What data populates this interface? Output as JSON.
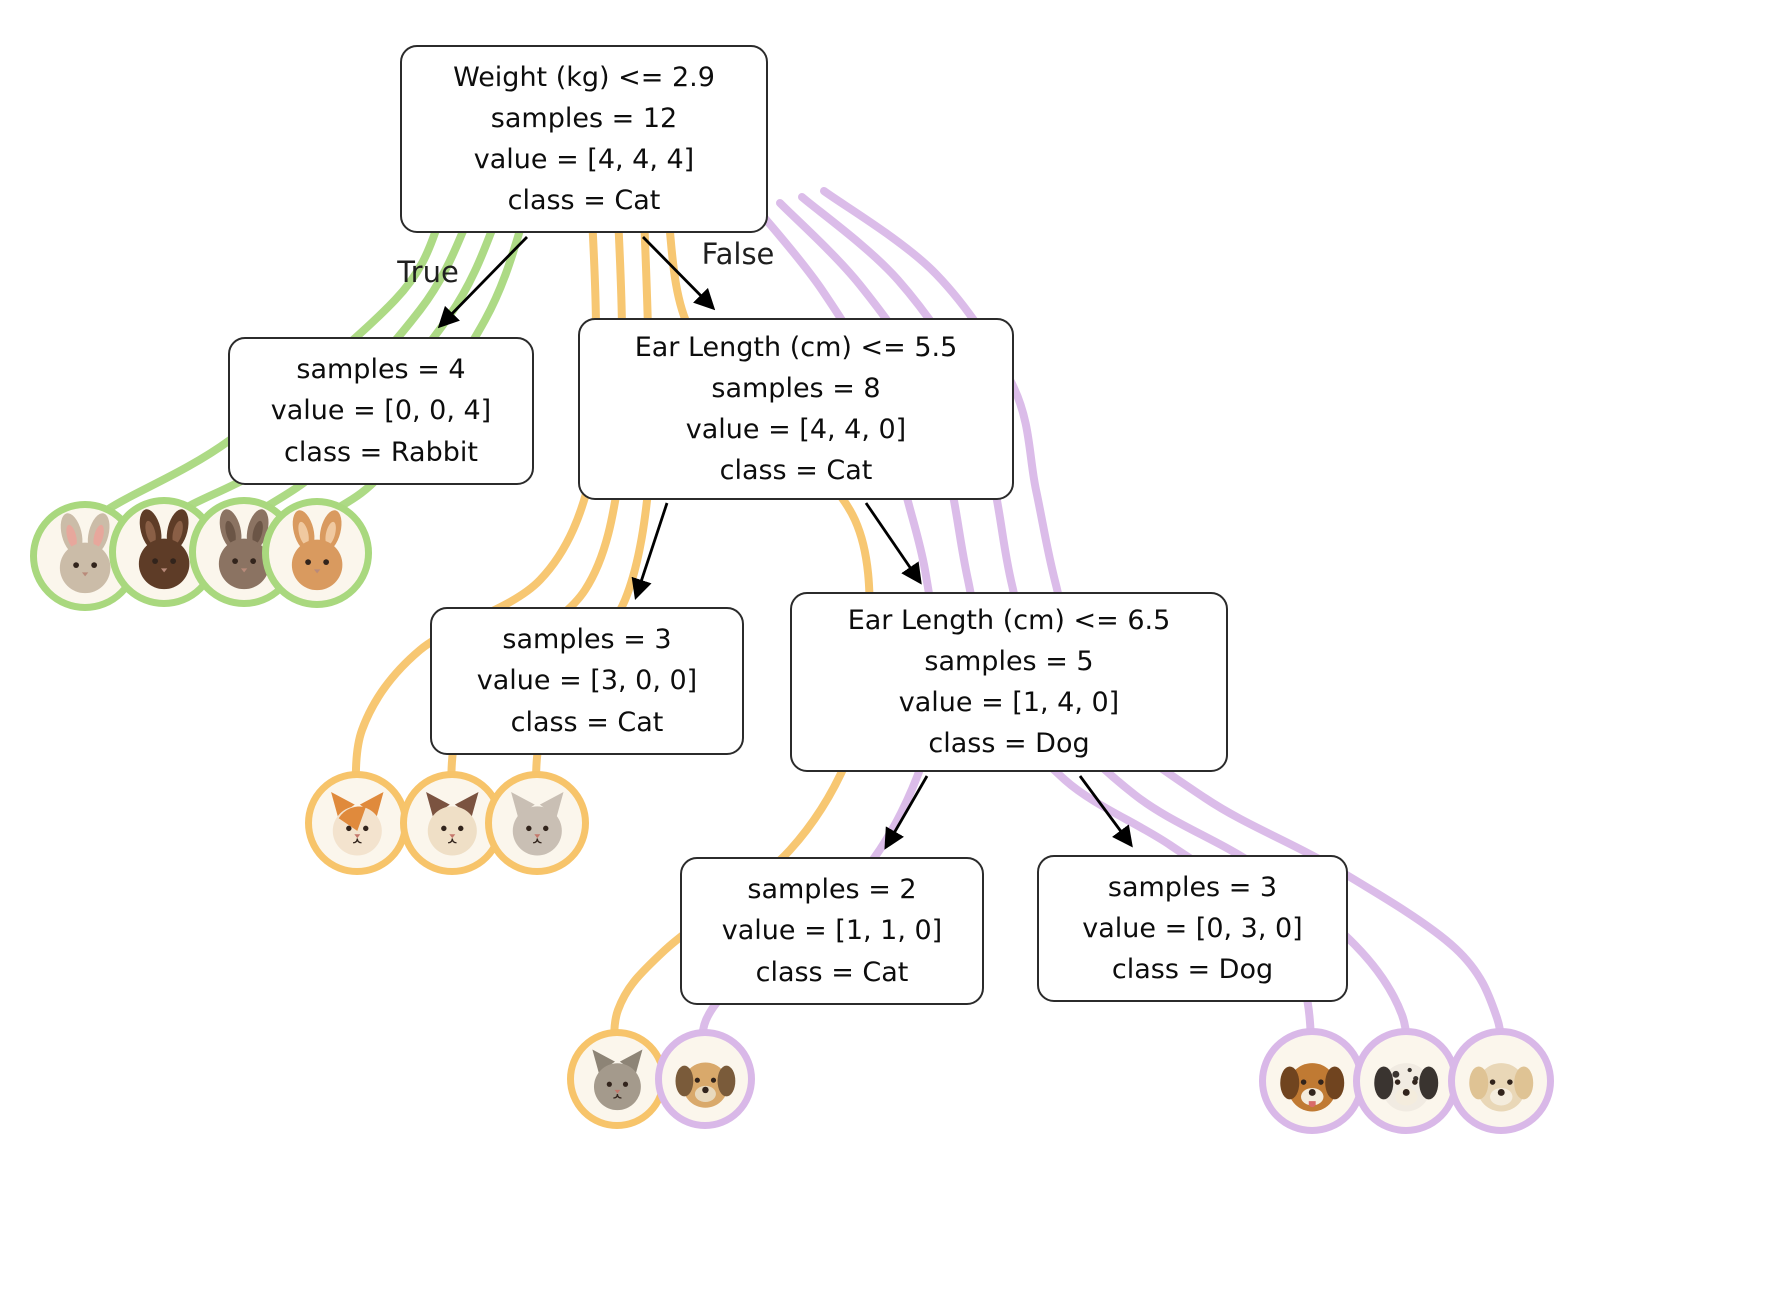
{
  "diagram": {
    "type": "decision-tree",
    "edge_labels": {
      "true_label": "True",
      "false_label": "False"
    },
    "nodes": {
      "root": {
        "line1": "Weight (kg) <= 2.9",
        "line2": "samples = 12",
        "line3": "value = [4, 4, 4]",
        "line4": "class = Cat"
      },
      "rabbit_leaf": {
        "line1": "samples = 4",
        "line2": "value = [0, 0, 4]",
        "line3": "class = Rabbit"
      },
      "ear55": {
        "line1": "Ear Length (cm) <= 5.5",
        "line2": "samples = 8",
        "line3": "value = [4, 4, 0]",
        "line4": "class = Cat"
      },
      "cat_leaf": {
        "line1": "samples = 3",
        "line2": "value = [3, 0, 0]",
        "line3": "class = Cat"
      },
      "ear65": {
        "line1": "Ear Length (cm) <= 6.5",
        "line2": "samples = 5",
        "line3": "value = [1, 4, 0]",
        "line4": "class = Dog"
      },
      "mixed_leaf": {
        "line1": "samples = 2",
        "line2": "value = [1, 1, 0]",
        "line3": "class = Cat"
      },
      "dog_leaf": {
        "line1": "samples = 3",
        "line2": "value = [0, 3, 0]",
        "line3": "class = Dog"
      }
    },
    "icons": {
      "rabbit_leaf": [
        "rabbit-icon",
        "rabbit-icon",
        "rabbit-icon",
        "rabbit-icon"
      ],
      "cat_leaf": [
        "cat-icon",
        "cat-icon",
        "cat-icon"
      ],
      "mixed_leaf": [
        "cat-icon",
        "dog-icon"
      ],
      "dog_leaf": [
        "dog-icon",
        "dog-icon",
        "dog-icon"
      ]
    },
    "colors": {
      "rabbit_flow": "#A9D87E",
      "cat_flow": "#F7C46A",
      "dog_flow": "#D9B8E8",
      "node_border": "#2b2b2b",
      "arrow": "#000000"
    }
  }
}
